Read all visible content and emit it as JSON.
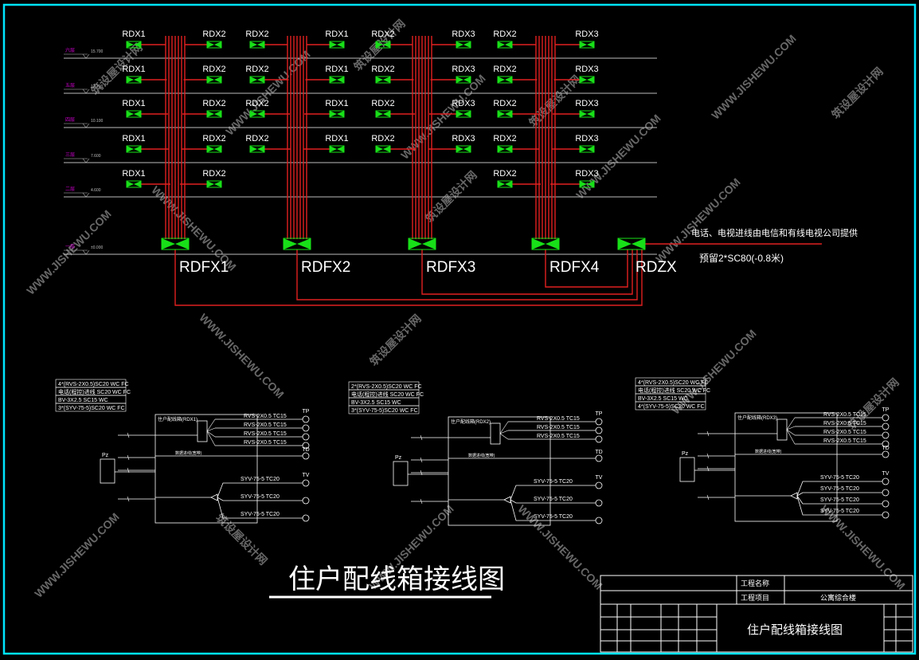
{
  "colors": {
    "background": "#000000",
    "frame": "#00e5ff",
    "feeder": "#e02020",
    "floor_line": "#bdbdbd",
    "box": "#18e018",
    "label": "#ffffff",
    "floor_mark": "#d000d0",
    "watermark": "#8a8a8a"
  },
  "riser": {
    "floors": [
      {
        "mark": "六层",
        "elevation": "15.700"
      },
      {
        "mark": "五层",
        "elevation": "12.700"
      },
      {
        "mark": "四层",
        "elevation": "10.100"
      },
      {
        "mark": "三层",
        "elevation": "7.600"
      },
      {
        "mark": "二层",
        "elevation": "4.600"
      },
      {
        "mark": "一层",
        "elevation": "±0.000"
      }
    ],
    "box_rows": [
      [
        "RDX1",
        "RDX2",
        "RDX2",
        "RDX1",
        "RDX2",
        "RDX3",
        "RDX2",
        "RDX3"
      ],
      [
        "RDX1",
        "RDX2",
        "RDX2",
        "RDX1",
        "RDX2",
        "RDX3",
        "RDX2",
        "RDX3"
      ],
      [
        "RDX1",
        "RDX2",
        "RDX2",
        "RDX1",
        "RDX2",
        "RDX3",
        "RDX2",
        "RDX3"
      ],
      [
        "RDX1",
        "RDX2",
        "RDX2",
        "RDX1",
        "RDX2",
        "RDX3",
        "RDX2",
        "RDX3"
      ],
      [
        "RDX1",
        "RDX2",
        "",
        "",
        "",
        "",
        "RDX2",
        "RDX3"
      ]
    ],
    "distribution_boxes": [
      "RDFX1",
      "RDFX2",
      "RDFX3",
      "RDFX4",
      "RDZX"
    ],
    "incoming_note": "电话、电视进线由电信和有线电视公司提供",
    "conduit_note": "预留2*SC80(-0.8米)"
  },
  "details": [
    {
      "cables": [
        "4*(RVS-2X0.5)SC20 WC FC",
        "电话(程控)进线 SC20 WC FC",
        "BV-3X2.5 SC15 WC",
        "3*(SYV-75-5)SC20 WC FC"
      ],
      "box_label": "住户配线箱(RDX1)",
      "pz": "Pz",
      "lines": [
        "RVS-2X0.5 TC15",
        "RVS-2X0.5 TC15",
        "RVS-2X0.5 TC15",
        "RVS-2X0.5 TC15"
      ],
      "td_line": "数据进线(宽带)",
      "tv_lines": [
        "SYV-75-5 TC20",
        "SYV-75-5 TC20",
        "SYV-75-5 TC20"
      ],
      "tp_count": 4
    },
    {
      "cables": [
        "2*(RVS-2X0.5)SC20 WC FC",
        "电话(程控)进线 SC20 WC FC",
        "BV-3X2.5 SC15 WC",
        "3*(SYV-75-5)SC20 WC FC"
      ],
      "box_label": "住户配线箱(RDX2)",
      "pz": "Pz",
      "lines": [
        "RVS-2X0.5 TC15",
        "RVS-2X0.5 TC15",
        "RVS-2X0.5 TC15"
      ],
      "td_line": "数据进线(宽带)",
      "tv_lines": [
        "SYV-75-5 TC20",
        "SYV-75-5 TC20",
        "SYV-75-5 TC20"
      ],
      "tp_count": 3
    },
    {
      "cables": [
        "4*(RVS-2X0.5)SC20 WC FC",
        "电话(程控)进线 SC20 WC FC",
        "BV-3X2.5 SC15 WC",
        "4*(SYV-75-5)SC20 WC FC"
      ],
      "box_label": "住户配线箱(RDX3)",
      "pz": "Pz",
      "lines": [
        "RVS-2X0.5 TC15",
        "RVS-2X0.5 TC15",
        "RVS-2X0.5 TC15",
        "RVS-2X0.5 TC15"
      ],
      "td_line": "数据进线(宽带)",
      "tv_lines": [
        "SYV-75-5 TC20",
        "SYV-75-5 TC20",
        "SYV-75-5 TC20",
        "SYV-75-5 TC20"
      ],
      "tp_count": 4
    }
  ],
  "terminal_labels": {
    "tp": "TP",
    "td": "TD",
    "tv": "TV"
  },
  "drawing_title": "住户配线箱接线图",
  "title_block": {
    "project_name_label": "工程名称",
    "project_item_label": "工程项目",
    "project_item_value": "公寓综合楼",
    "drawing_name": "住户配线箱接线图"
  },
  "watermarks": [
    "筑设屋设计网",
    "WWW.JISHEWU.COM"
  ]
}
